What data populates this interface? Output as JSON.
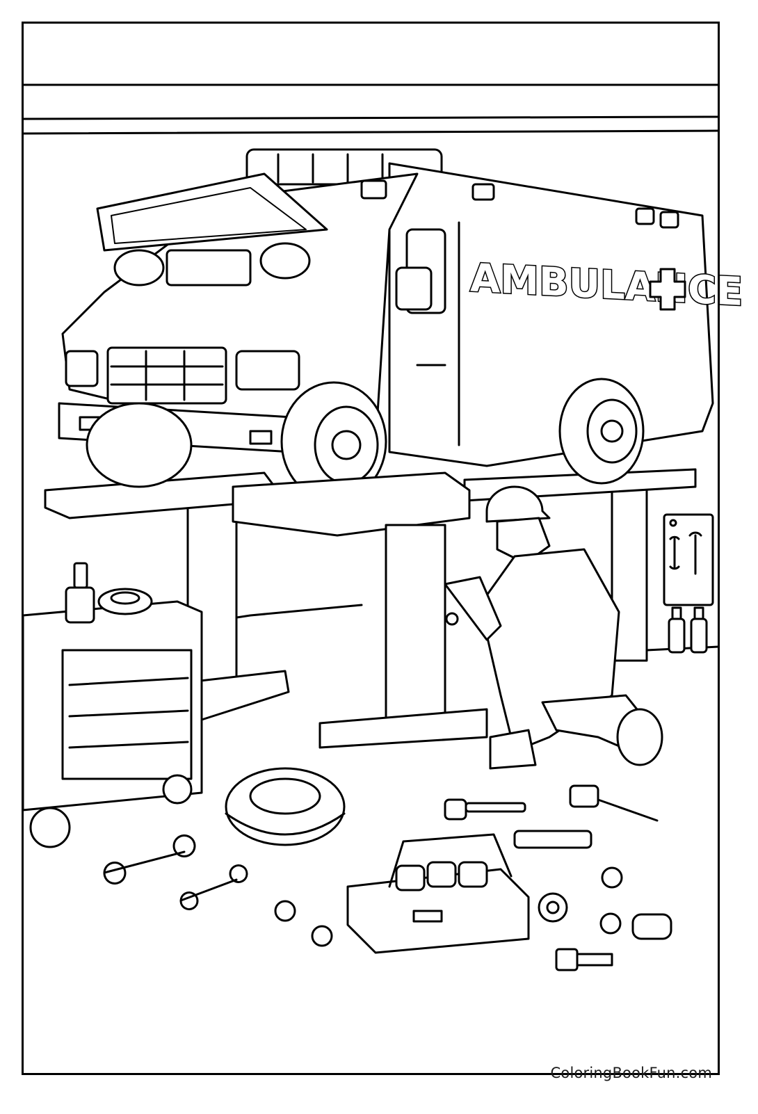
{
  "page": {
    "type": "coloring-page",
    "subject": "Mechanic repairing an ambulance in a garage",
    "vehicle_label": "AMBULANCE",
    "credit": "ColoringBookFun.com",
    "line_color": "#000000",
    "background_color": "#ffffff"
  },
  "scene": {
    "elements": [
      "ambulance-on-lift",
      "open-hood-engine",
      "lift-platforms",
      "mechanic-kneeling",
      "tool-cart",
      "oil-bottle",
      "tape-roll",
      "spare-tire",
      "toolbox",
      "wrenches",
      "hammer",
      "wall-tool-board",
      "bottles",
      "bolts-and-nuts",
      "gear"
    ]
  }
}
